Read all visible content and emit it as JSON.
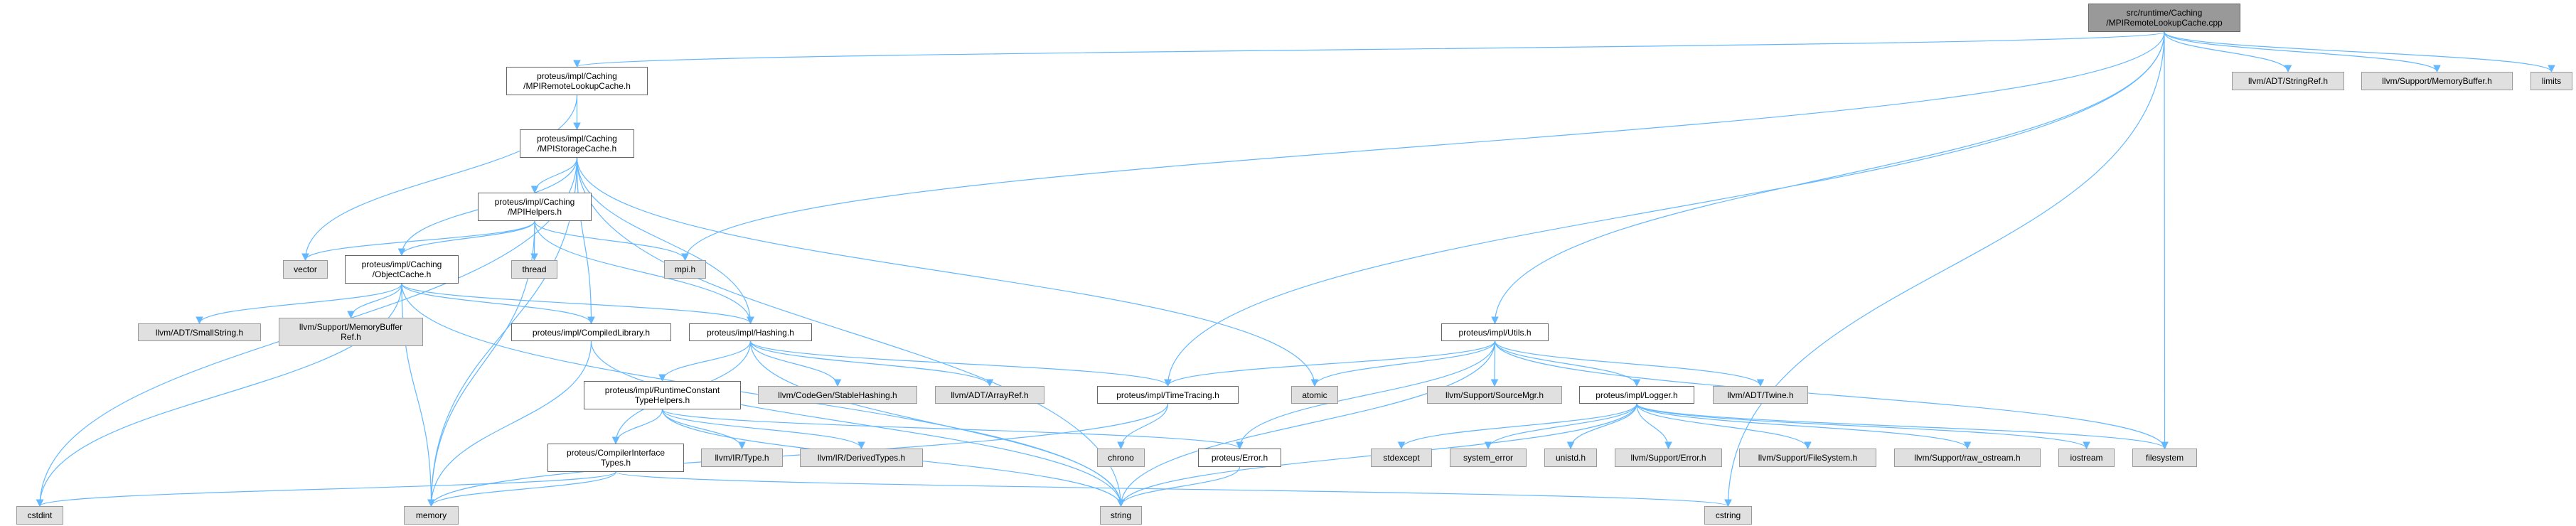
{
  "graph": {
    "title": "src/runtime/Caching/MPIRemoteLookupCache.cpp include dependency graph",
    "colors": {
      "edge": "#63b8ff",
      "root_fill": "#999999",
      "local_fill": "#ffffff",
      "system_fill": "#e0e0e0"
    },
    "nodes": {
      "root": {
        "label": "src/runtime/Caching\n/MPIRemoteLookupCache.cpp",
        "kind": "root"
      },
      "remoteh": {
        "label": "proteus/impl/Caching\n/MPIRemoteLookupCache.h",
        "kind": "local"
      },
      "storage": {
        "label": "proteus/impl/Caching\n/MPIStorageCache.h",
        "kind": "local"
      },
      "helpers": {
        "label": "proteus/impl/Caching\n/MPIHelpers.h",
        "kind": "local"
      },
      "vector": {
        "label": "vector",
        "kind": "sys"
      },
      "objcache": {
        "label": "proteus/impl/Caching\n/ObjectCache.h",
        "kind": "local"
      },
      "thread": {
        "label": "thread",
        "kind": "sys"
      },
      "mpi": {
        "label": "mpi.h",
        "kind": "sys"
      },
      "smallstring": {
        "label": "llvm/ADT/SmallString.h",
        "kind": "sys"
      },
      "membufref": {
        "label": "llvm/Support/MemoryBuffer\nRef.h",
        "kind": "sys"
      },
      "compiledlib": {
        "label": "proteus/impl/CompiledLibrary.h",
        "kind": "local"
      },
      "hashing": {
        "label": "proteus/impl/Hashing.h",
        "kind": "local"
      },
      "rctype": {
        "label": "proteus/impl/RuntimeConstant\nTypeHelpers.h",
        "kind": "local"
      },
      "stablehash": {
        "label": "llvm/CodeGen/StableHashing.h",
        "kind": "sys"
      },
      "arrayref": {
        "label": "llvm/ADT/ArrayRef.h",
        "kind": "sys"
      },
      "timetracing": {
        "label": "proteus/impl/TimeTracing.h",
        "kind": "local"
      },
      "atomic": {
        "label": "atomic",
        "kind": "sys"
      },
      "utils": {
        "label": "proteus/impl/Utils.h",
        "kind": "local"
      },
      "sourcemgr": {
        "label": "llvm/Support/SourceMgr.h",
        "kind": "sys"
      },
      "logger": {
        "label": "proteus/impl/Logger.h",
        "kind": "local"
      },
      "twine": {
        "label": "llvm/ADT/Twine.h",
        "kind": "sys"
      },
      "citypes": {
        "label": "proteus/CompilerInterface\nTypes.h",
        "kind": "local"
      },
      "irtype": {
        "label": "llvm/IR/Type.h",
        "kind": "sys"
      },
      "derived": {
        "label": "llvm/IR/DerivedTypes.h",
        "kind": "sys"
      },
      "chrono": {
        "label": "chrono",
        "kind": "sys"
      },
      "error": {
        "label": "proteus/Error.h",
        "kind": "local"
      },
      "stdexcept": {
        "label": "stdexcept",
        "kind": "sys"
      },
      "syserror": {
        "label": "system_error",
        "kind": "sys"
      },
      "unistd": {
        "label": "unistd.h",
        "kind": "sys"
      },
      "llvmerror": {
        "label": "llvm/Support/Error.h",
        "kind": "sys"
      },
      "filesystemh": {
        "label": "llvm/Support/FileSystem.h",
        "kind": "sys"
      },
      "rawostream": {
        "label": "llvm/Support/raw_ostream.h",
        "kind": "sys"
      },
      "iostream": {
        "label": "iostream",
        "kind": "sys"
      },
      "filesystem": {
        "label": "filesystem",
        "kind": "sys"
      },
      "stringref": {
        "label": "llvm/ADT/StringRef.h",
        "kind": "sys"
      },
      "membuf": {
        "label": "llvm/Support/MemoryBuffer.h",
        "kind": "sys"
      },
      "limits": {
        "label": "limits",
        "kind": "sys"
      },
      "cstdint": {
        "label": "cstdint",
        "kind": "sys"
      },
      "memory": {
        "label": "memory",
        "kind": "sys"
      },
      "string": {
        "label": "string",
        "kind": "sys"
      },
      "cstring": {
        "label": "cstring",
        "kind": "sys"
      }
    },
    "edges": [
      [
        "root",
        "remoteh"
      ],
      [
        "root",
        "mpi"
      ],
      [
        "root",
        "timetracing"
      ],
      [
        "root",
        "utils"
      ],
      [
        "root",
        "stringref"
      ],
      [
        "root",
        "membuf"
      ],
      [
        "root",
        "limits"
      ],
      [
        "root",
        "filesystem"
      ],
      [
        "root",
        "cstring"
      ],
      [
        "remoteh",
        "storage"
      ],
      [
        "remoteh",
        "vector"
      ],
      [
        "storage",
        "cstdint"
      ],
      [
        "storage",
        "memory"
      ],
      [
        "storage",
        "objcache"
      ],
      [
        "storage",
        "helpers"
      ],
      [
        "storage",
        "compiledlib"
      ],
      [
        "storage",
        "hashing"
      ],
      [
        "storage",
        "atomic"
      ],
      [
        "storage",
        "string"
      ],
      [
        "helpers",
        "vector"
      ],
      [
        "helpers",
        "objcache"
      ],
      [
        "helpers",
        "memory"
      ],
      [
        "helpers",
        "thread"
      ],
      [
        "helpers",
        "mpi"
      ],
      [
        "helpers",
        "hashing"
      ],
      [
        "objcache",
        "cstdint"
      ],
      [
        "objcache",
        "memory"
      ],
      [
        "objcache",
        "smallstring"
      ],
      [
        "objcache",
        "membufref"
      ],
      [
        "objcache",
        "compiledlib"
      ],
      [
        "objcache",
        "hashing"
      ],
      [
        "objcache",
        "string"
      ],
      [
        "compiledlib",
        "memory"
      ],
      [
        "compiledlib",
        "string"
      ],
      [
        "hashing",
        "rctype"
      ],
      [
        "hashing",
        "citypes"
      ],
      [
        "hashing",
        "stablehash"
      ],
      [
        "hashing",
        "arrayref"
      ],
      [
        "hashing",
        "timetracing"
      ],
      [
        "hashing",
        "string"
      ],
      [
        "rctype",
        "citypes"
      ],
      [
        "rctype",
        "irtype"
      ],
      [
        "rctype",
        "derived"
      ],
      [
        "rctype",
        "error"
      ],
      [
        "rctype",
        "string"
      ],
      [
        "citypes",
        "cstdint"
      ],
      [
        "citypes",
        "memory"
      ],
      [
        "citypes",
        "cstring"
      ],
      [
        "timetracing",
        "memory"
      ],
      [
        "timetracing",
        "chrono"
      ],
      [
        "utils",
        "timetracing"
      ],
      [
        "utils",
        "atomic"
      ],
      [
        "utils",
        "error"
      ],
      [
        "utils",
        "string"
      ],
      [
        "utils",
        "sourcemgr"
      ],
      [
        "utils",
        "logger"
      ],
      [
        "utils",
        "twine"
      ],
      [
        "utils",
        "filesystem"
      ],
      [
        "error",
        "string"
      ],
      [
        "logger",
        "string"
      ],
      [
        "logger",
        "stdexcept"
      ],
      [
        "logger",
        "syserror"
      ],
      [
        "logger",
        "unistd"
      ],
      [
        "logger",
        "llvmerror"
      ],
      [
        "logger",
        "filesystemh"
      ],
      [
        "logger",
        "rawostream"
      ],
      [
        "logger",
        "iostream"
      ],
      [
        "logger",
        "filesystem"
      ]
    ]
  }
}
